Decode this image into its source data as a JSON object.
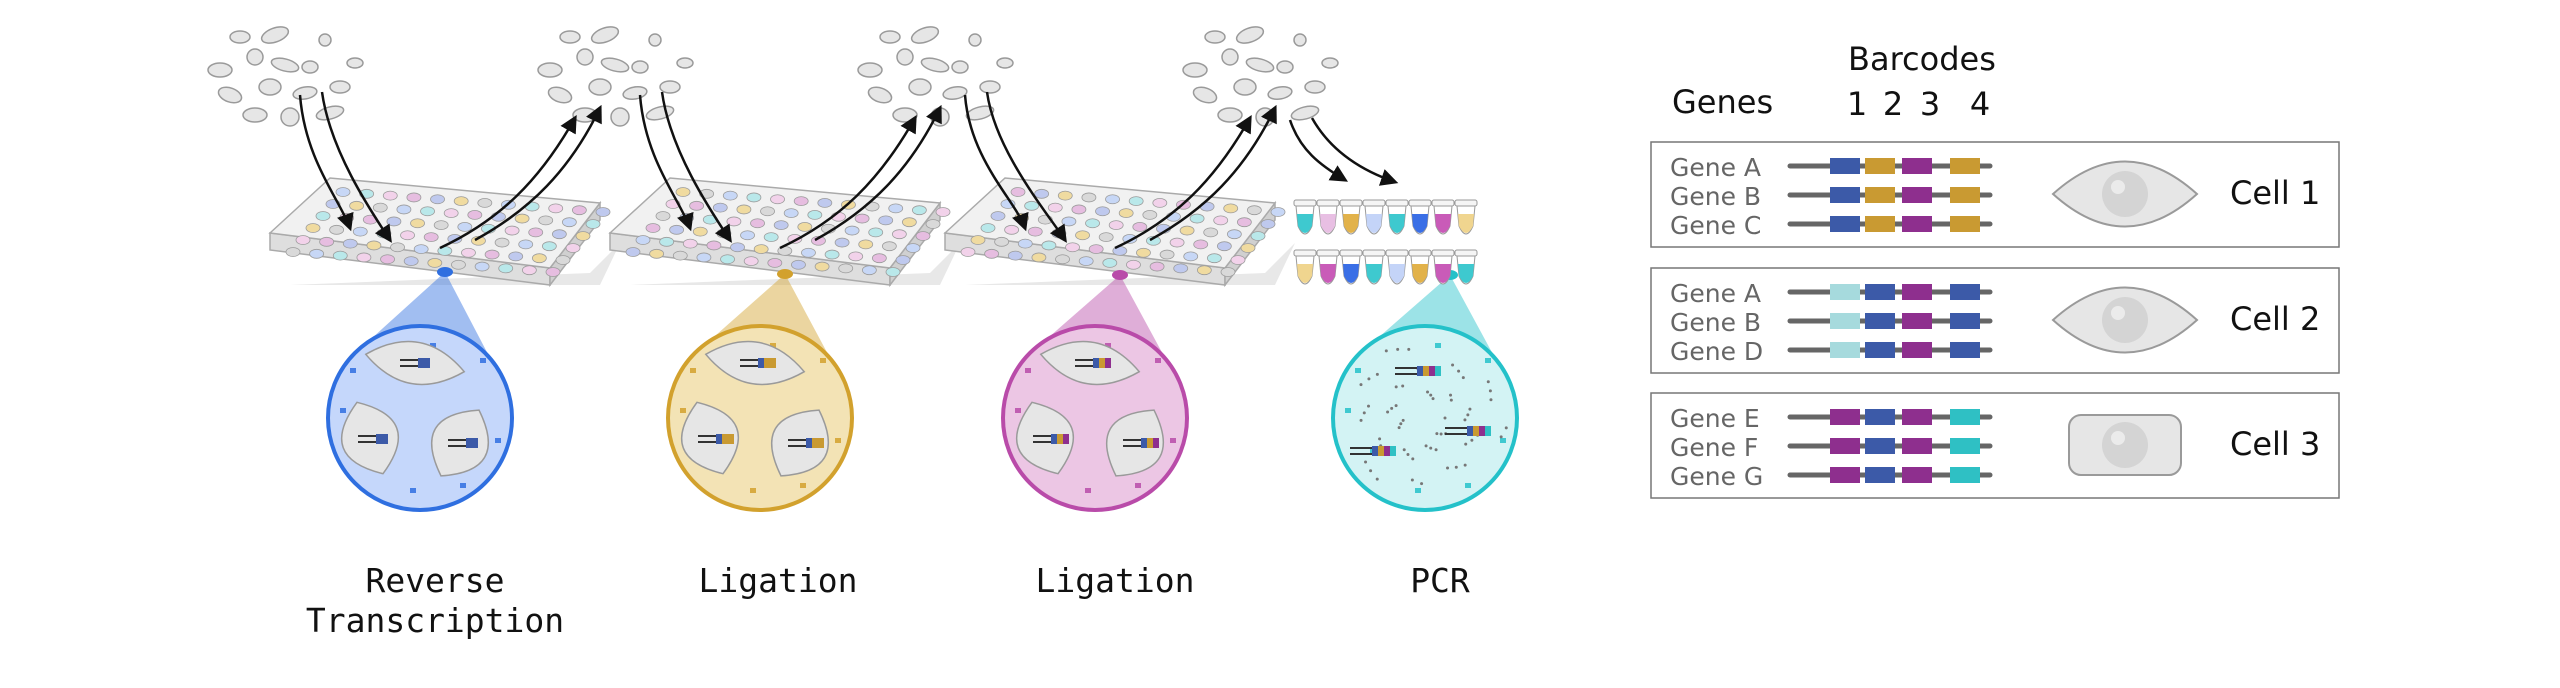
{
  "steps": [
    {
      "label_line1": "Reverse",
      "label_line2": "Transcription",
      "color": "#2f6fe0",
      "fill": "#c5d7fb"
    },
    {
      "label_line1": "Ligation",
      "label_line2": "",
      "color": "#d2a12d",
      "fill": "#f3e3b5"
    },
    {
      "label_line1": "Ligation",
      "label_line2": "",
      "color": "#b94ba9",
      "fill": "#ecc6e4"
    },
    {
      "label_line1": "PCR",
      "label_line2": "",
      "color": "#24c1c9",
      "fill": "#d3f3f4"
    }
  ],
  "legend": {
    "genes_header": "Genes",
    "barcodes_header": "Barcodes",
    "barcode_numbers": [
      "1",
      "2",
      "3",
      "4"
    ],
    "cells": [
      {
        "name": "Cell 1",
        "shape": "eye-cell",
        "genes": [
          "Gene A",
          "Gene B",
          "Gene C"
        ],
        "barcode_colors": [
          "#3c5aa8",
          "#c99a32",
          "#8e2f8e",
          "#c99a32"
        ]
      },
      {
        "name": "Cell 2",
        "shape": "eye-cell",
        "genes": [
          "Gene A",
          "Gene B",
          "Gene D"
        ],
        "barcode_colors": [
          "#a6dadd",
          "#3c5aa8",
          "#8e2f8e",
          "#3c5aa8"
        ]
      },
      {
        "name": "Cell 3",
        "shape": "rounded-cell",
        "genes": [
          "Gene E",
          "Gene F",
          "Gene G"
        ],
        "barcode_colors": [
          "#8e2f8e",
          "#3c5aa8",
          "#8e2f8e",
          "#2fc0c4"
        ]
      }
    ]
  },
  "colors": {
    "gene_line": "#666666",
    "cell_fill": "#e6e6e6",
    "cell_stroke": "#9a9a9a",
    "plate_fill": "#f1f1f1",
    "box_stroke": "#777777",
    "arrow": "#111111"
  },
  "icons": [
    "cell-pool-icon",
    "well-plate-icon",
    "arrow-icon",
    "zoom-lens-icon",
    "pcr-tube-icon",
    "barcoded-transcript-icon"
  ]
}
